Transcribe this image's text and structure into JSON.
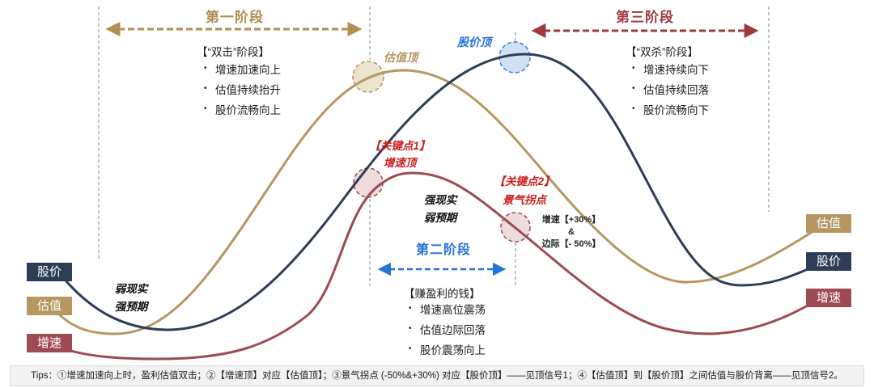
{
  "colors": {
    "price_navy": "#2e3d56",
    "valuation_tan": "#b5975f",
    "growth_red": "#9d4a53",
    "phase1_gold": "#b08e52",
    "phase3_brick": "#9e3a42",
    "phase2_blue": "#2473d9",
    "keypoint_red": "#cb1f1f",
    "gray_dash": "#b0b0b0",
    "tips_bg": "#f2f2f2"
  },
  "legend_left": {
    "price": "股价",
    "valuation": "估值",
    "growth": "增速"
  },
  "legend_right": {
    "valuation": "估值",
    "price": "股价",
    "growth": "增速"
  },
  "phases": {
    "phase1": {
      "title": "第一阶段",
      "header": "【“双击”阶段】",
      "bullets": [
        "增速加速向上",
        "估值持续抬升",
        "股价流畅向上"
      ]
    },
    "phase2": {
      "title": "第二阶段",
      "header": "【赚盈利的钱】",
      "bullets": [
        "增速高位震荡",
        "估值边际回落",
        "股价震荡向上"
      ]
    },
    "phase3": {
      "title": "第三阶段",
      "header": "【“双杀”阶段】",
      "bullets": [
        "增速持续向下",
        "估值持续回落",
        "股价流畅向下"
      ]
    }
  },
  "annotations": {
    "valuation_top": "估值顶",
    "price_top": "股价顶",
    "key1_line1": "【关键点1】",
    "key1_line2": "增速顶",
    "key2_line1": "【关键点2】",
    "key2_line2": "景气拐点",
    "strong_reality_line1": "强现实",
    "strong_reality_line2": "弱预期",
    "weak_reality_line1": "弱现实",
    "weak_reality_line2": "强预期",
    "growth_note_line1": "增速【+30%】",
    "growth_note_line2": "&",
    "growth_note_line3": "边际【- 50%】"
  },
  "curves": [
    {
      "name": "股价",
      "color": "#2e3d56"
    },
    {
      "name": "估值",
      "color": "#b5975f"
    },
    {
      "name": "增速",
      "color": "#9d4a53"
    }
  ],
  "tips": "Tips：①增速加速向上时，盈利估值双击；②【增速顶】对应【估值顶】；③景气拐点 (-50%&+30%) 对应【股价顶】——见顶信号1；④【估值顶】到【股价顶】之间估值与股价背离——见顶信号2。"
}
